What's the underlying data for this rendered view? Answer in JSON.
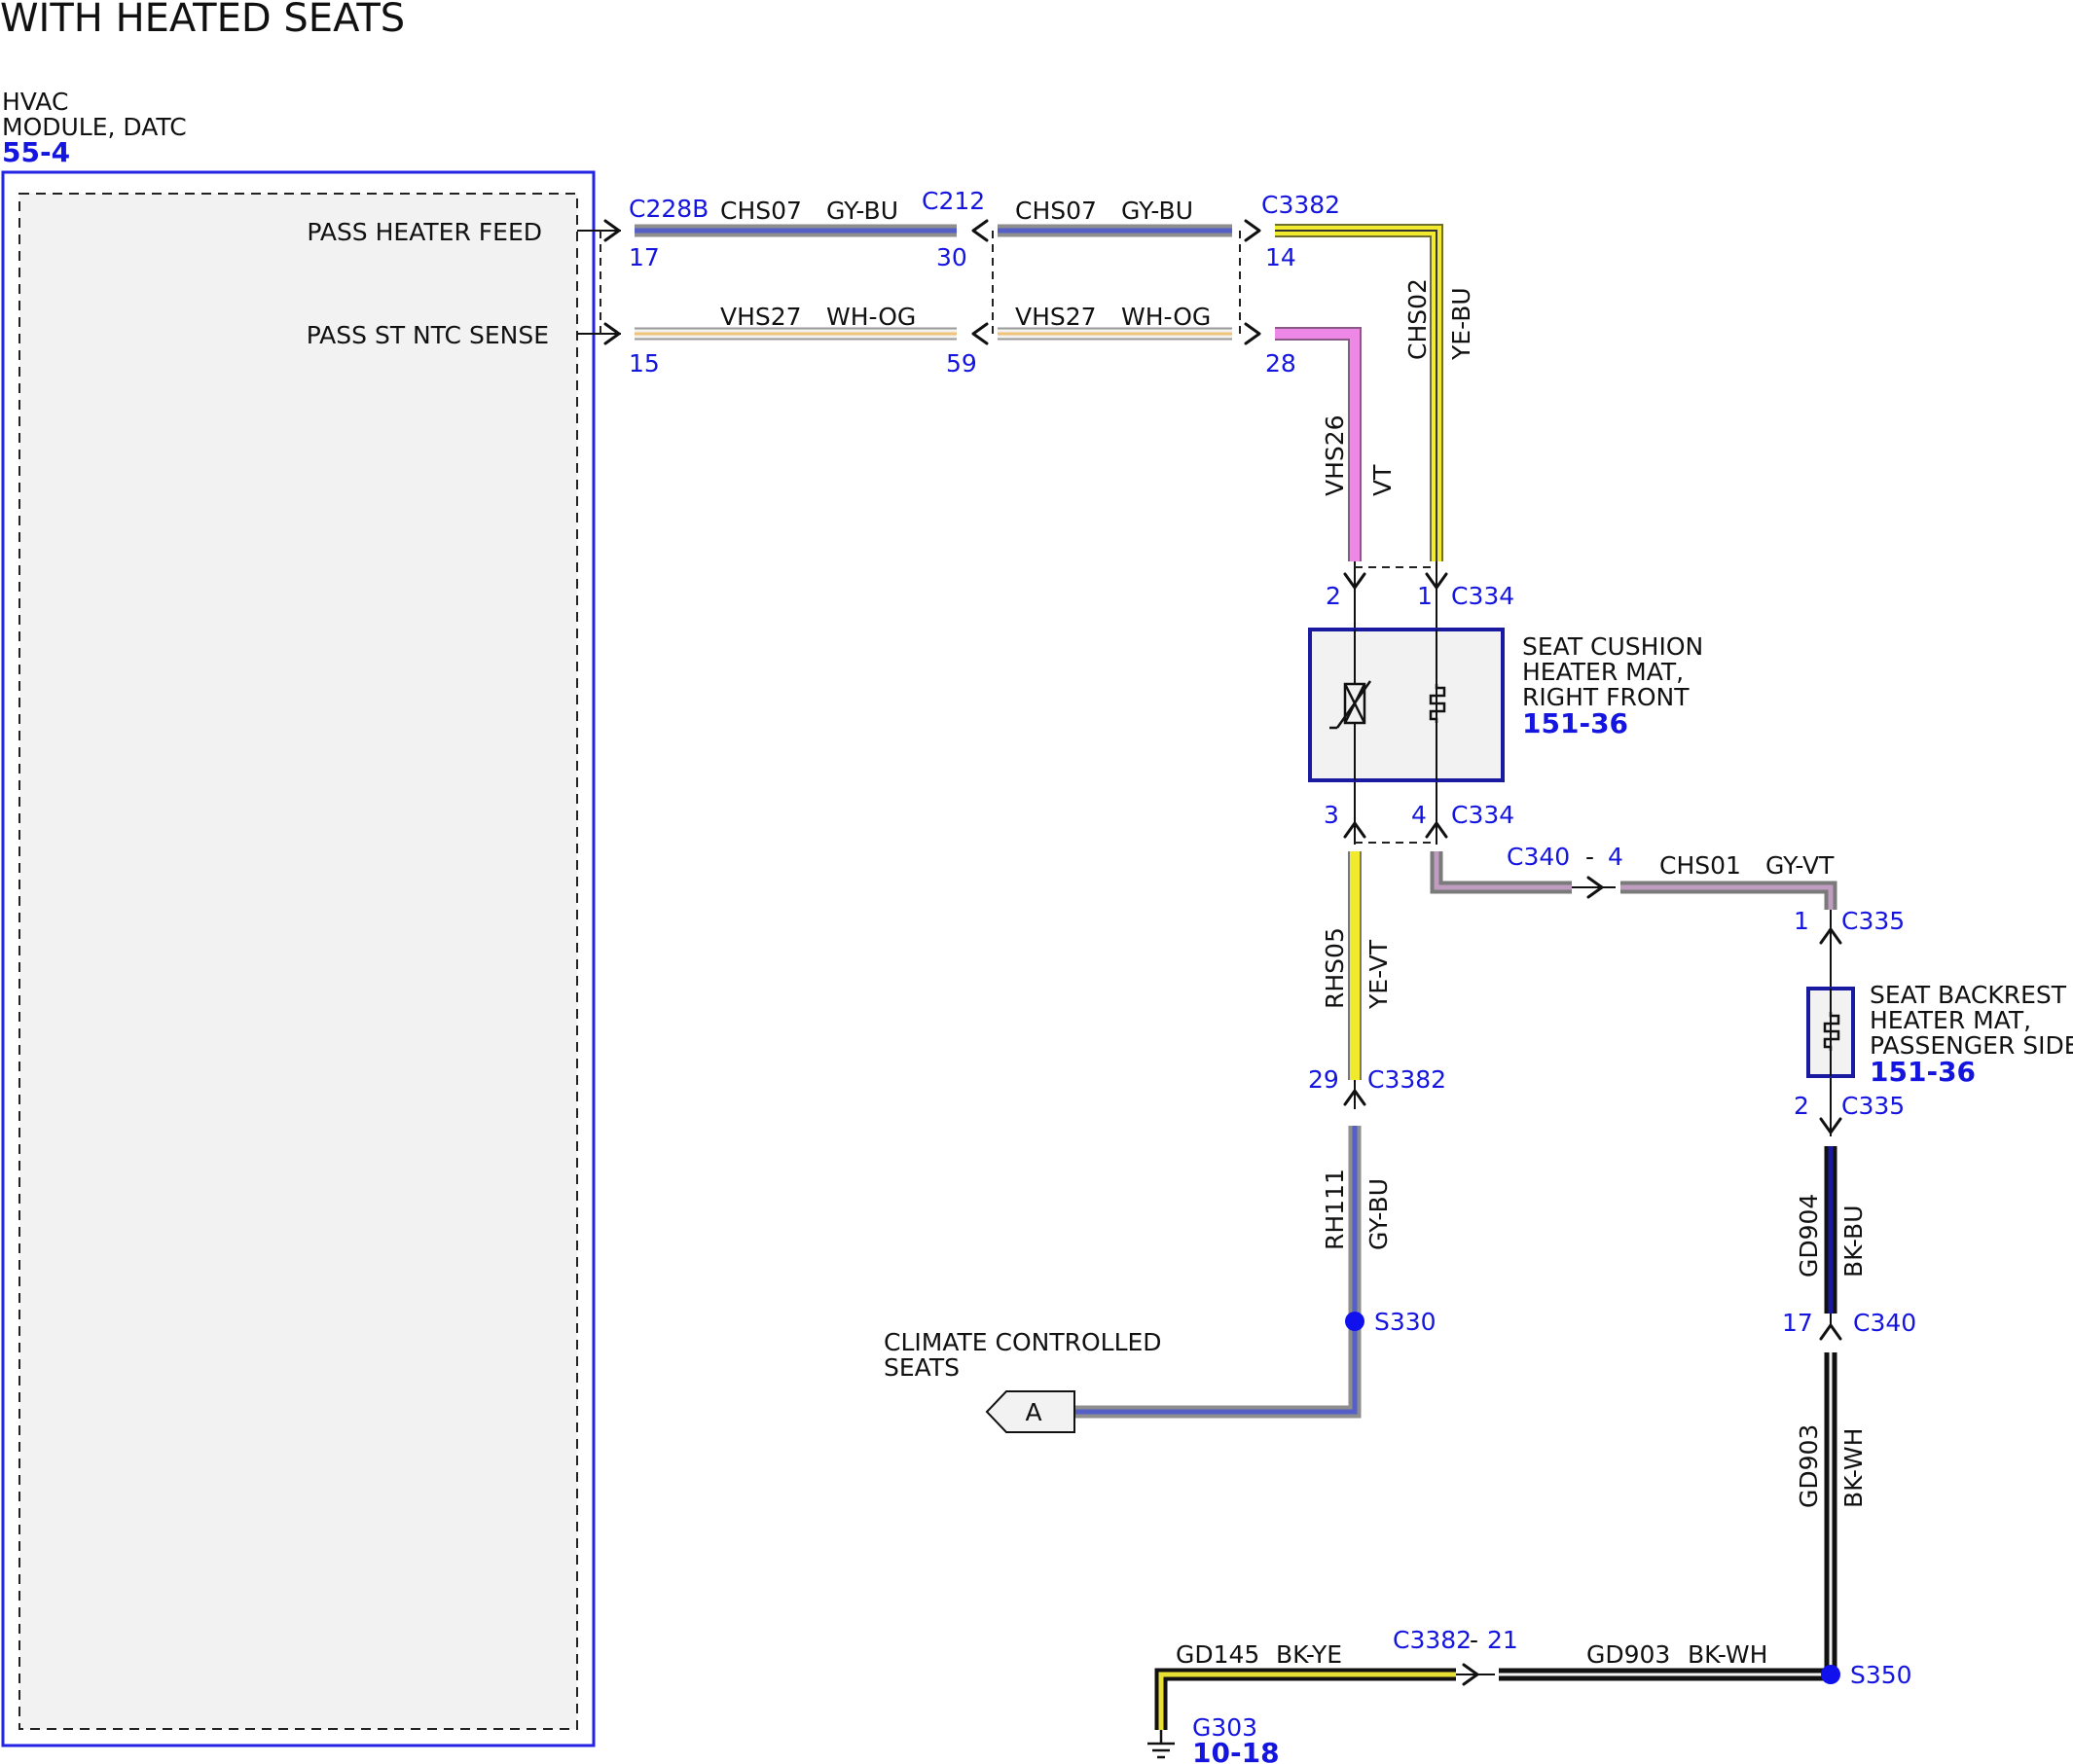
{
  "title": "WITH HEATED SEATS",
  "colors": {
    "component_border": "#1a1aa0",
    "module_border": "#2323e6",
    "link_text": "#1515e0",
    "gray_wire": "#8e8e8e",
    "blue_tracer": "#5460c8",
    "yellow_wire": "#f2ea2c",
    "violet_wire": "#ee88e6",
    "white_wire": "#f2f2ee",
    "orange_tracer": "#f0c27a",
    "black_wire": "#111111",
    "dark_blue_wire": "#1a1aa0",
    "splice_dot": "#1111ee"
  },
  "module": {
    "name_line1": "HVAC",
    "name_line2": "MODULE, DATC",
    "ref": "55-4",
    "signal1": "PASS HEATER FEED",
    "signal2": "PASS ST NTC SENSE"
  },
  "connectors": {
    "c228b": "C228B",
    "c212": "C212",
    "c3382_top": "C3382",
    "c334_top": "C334",
    "c334_bottom": "C334",
    "c340": "C340",
    "c340_pin": "4",
    "dash": "-",
    "c335_top": "C335",
    "c335_bottom": "C335",
    "c3382_mid": "C3382",
    "c340_low": "C340",
    "c3382_bottom": "C3382",
    "c3382_bottom_pin": "21"
  },
  "pins": {
    "c228b_feed": "17",
    "c228b_sense": "15",
    "c212_feed": "30",
    "c212_sense": "59",
    "c3382_feed": "14",
    "c3382_sense": "28",
    "c334_p2": "2",
    "c334_p1": "1",
    "c334_p3": "3",
    "c334_p4": "4",
    "c335_p1": "1",
    "c335_p2": "2",
    "c3382_p29": "29",
    "c340_p17": "17"
  },
  "wires": {
    "w1_circuit": "CHS07",
    "w1_color": "GY-BU",
    "w2_circuit": "CHS07",
    "w2_color": "GY-BU",
    "w3_circuit": "VHS27",
    "w3_color": "WH-OG",
    "w4_circuit": "VHS27",
    "w4_color": "WH-OG",
    "w5_circuit": "CHS02",
    "w5_color": "YE-BU",
    "w6_circuit": "VHS26",
    "w6_color": "VT",
    "w7_circuit": "CHS01",
    "w7_color": "GY-VT",
    "w8_circuit": "RHS05",
    "w8_color": "YE-VT",
    "w9_circuit": "RH111",
    "w9_color": "GY-BU",
    "w10_circuit": "GD904",
    "w10_color": "BK-BU",
    "w11_circuit": "GD903",
    "w11_color": "BK-WH",
    "w12_circuit": "GD145",
    "w12_color": "BK-YE",
    "w13_circuit": "GD903",
    "w13_color": "BK-WH"
  },
  "components": {
    "cushion_line1": "SEAT CUSHION",
    "cushion_line2": "HEATER MAT,",
    "cushion_line3": "RIGHT FRONT",
    "cushion_ref": "151-36",
    "backrest_line1": "SEAT BACKREST",
    "backrest_line2": "HEATER MAT,",
    "backrest_line3": "PASSENGER SIDE",
    "backrest_ref": "151-36"
  },
  "splices": {
    "s330": "S330",
    "s350": "S350"
  },
  "ground": {
    "name": "G303",
    "ref": "10-18"
  },
  "offpage": {
    "label": "A",
    "text_line1": "CLIMATE CONTROLLED",
    "text_line2": "SEATS"
  }
}
